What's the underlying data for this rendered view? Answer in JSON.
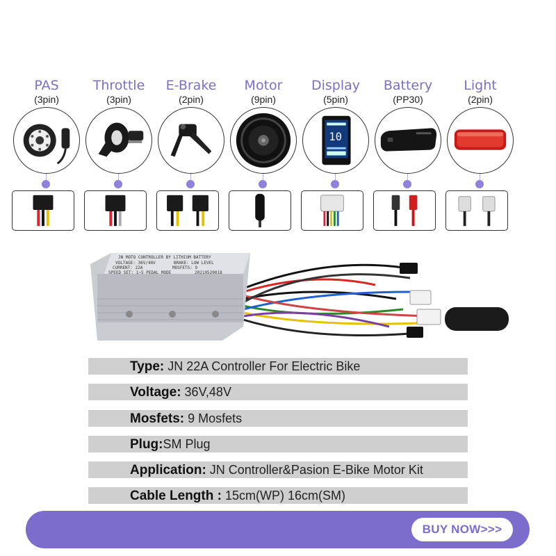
{
  "components": [
    {
      "id": "pas",
      "name": "PAS",
      "pins": "(3pin)"
    },
    {
      "id": "throttle",
      "name": "Throttle",
      "pins": "(3pin)"
    },
    {
      "id": "ebrake",
      "name": "E-Brake",
      "pins": "(2pin)"
    },
    {
      "id": "motor",
      "name": "Motor",
      "pins": "(9pin)"
    },
    {
      "id": "display",
      "name": "Display",
      "pins": "(5pin)"
    },
    {
      "id": "battery",
      "name": "Battery",
      "pins": "(PP30)"
    },
    {
      "id": "light",
      "name": "Light",
      "pins": "(2pin)"
    }
  ],
  "controller_label": {
    "line1": "JN MOTO CONTROLLER BY LITHIUM BATTERY",
    "line2a": "VOLTAGE: 36V/48V",
    "line2b": "BRAKE: LOW LEVEL",
    "line3a": "CURRENT: 22A",
    "line3b": "MOSFETS: 9",
    "line4": "SPEED SET: 1~5 PEDAL MODE",
    "serial": "20210520018"
  },
  "specs": [
    {
      "key": "Type:",
      "value": " JN 22A Controller For Electric Bike"
    },
    {
      "key": "Voltage:",
      "value": " 36V,48V"
    },
    {
      "key": "Mosfets:",
      "value": " 9 Mosfets"
    },
    {
      "key": "Plug:",
      "value": "SM Plug"
    },
    {
      "key": "Application:",
      "value": " JN Controller&Pasion E-Bike Motor Kit"
    },
    {
      "key": "Cable Length :",
      "value": " 15cm(WP)  16cm(SM)"
    }
  ],
  "cta": {
    "label": "BUY NOW>>>"
  },
  "colors": {
    "accent": "#7c6ccb",
    "spec_bg": "#cfcfcf"
  }
}
